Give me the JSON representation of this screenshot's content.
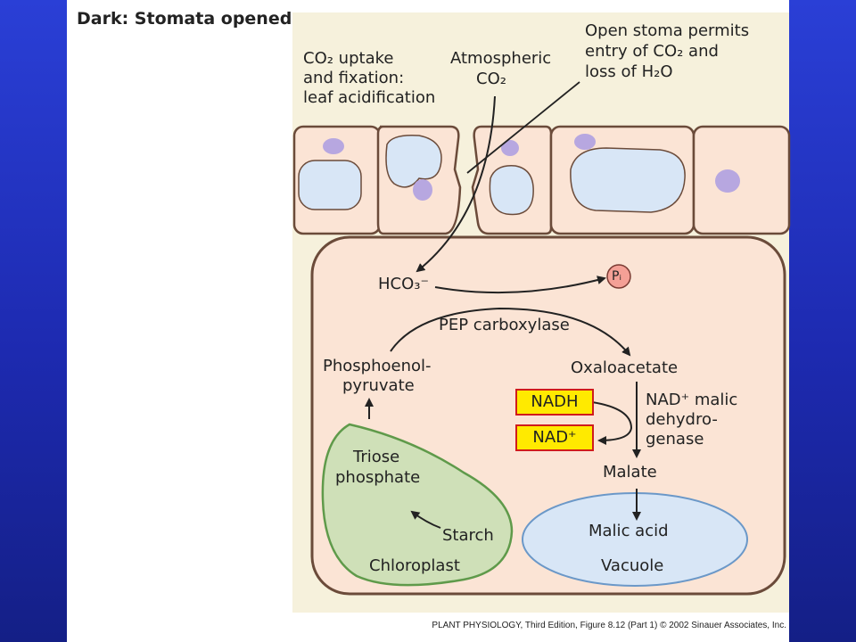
{
  "figure": {
    "title": "Dark: Stomata opened",
    "labels": {
      "co2_uptake": [
        "CO₂ uptake",
        "and fixation:",
        "leaf acidification"
      ],
      "atmospheric": [
        "Atmospheric",
        "CO₂"
      ],
      "open_stoma": [
        "Open stoma permits",
        "entry of CO₂ and",
        "loss of H₂O"
      ],
      "hco3": "HCO₃⁻",
      "pi": "Pᵢ",
      "pep_carboxylase": "PEP carboxylase",
      "pep": [
        "Phosphoenol-",
        "pyruvate"
      ],
      "oxaloacetate": "Oxaloacetate",
      "nad_malic": [
        "NAD⁺ malic",
        "dehydro-",
        "genase"
      ],
      "nadh": "NADH",
      "nad": "NAD⁺",
      "malate": "Malate",
      "malic_acid": "Malic acid",
      "vacuole": "Vacuole",
      "triose": [
        "Triose",
        "phosphate"
      ],
      "starch": "Starch",
      "chloroplast": "Chloroplast"
    },
    "caption": "PLANT PHYSIOLOGY, Third Edition, Figure 8.12 (Part 1)  © 2002 Sinauer Associates, Inc.",
    "colors": {
      "background_top": "#2a3fd6",
      "background_bottom": "#141f86",
      "figure_bg": "#f6f1dc",
      "cell_fill": "#fbe4d5",
      "cell_outline": "#6b4b3a",
      "vacuole_fill": "#d8e6f6",
      "chloroplast_fill": "#cfe0b8",
      "chloroplast_outline": "#5f9a4a",
      "nucleus": "#b7a7e0",
      "box_fill": "#ffea00",
      "box_border": "#d01c1c"
    }
  }
}
